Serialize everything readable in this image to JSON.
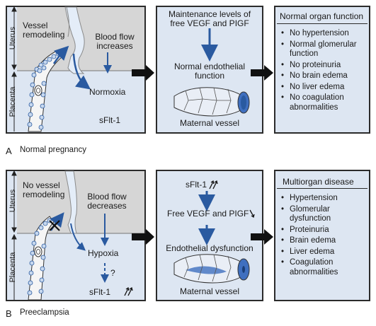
{
  "panelA": {
    "letter": "A",
    "caption": "Normal pregnancy",
    "uterus_label": "Uterus",
    "placenta_label": "Placenta",
    "vessel_label": "Vessel\nremodeling",
    "blood_flow_label": "Blood flow\nincreases",
    "oxygen_label": "Normoxia",
    "sflt_label": "sFlt-1",
    "middle_top": "Maintenance levels of\nfree VEGF and PIGF",
    "middle_result": "Normal endothelial\nfunction",
    "vessel_caption": "Maternal vessel",
    "right_title": "Normal organ function",
    "right_items": [
      "No hypertension",
      "Normal glomerular\nfunction",
      "No proteinuria",
      "No brain edema",
      "No liver edema",
      "No coagulation\nabnormalities"
    ]
  },
  "panelB": {
    "letter": "B",
    "caption": "Preeclampsia",
    "uterus_label": "Uterus",
    "placenta_label": "Placenta",
    "vessel_label": "No vessel\nremodeling",
    "blood_flow_label": "Blood flow\ndecreases",
    "oxygen_label": "Hypoxia",
    "question_mark": "?",
    "sflt_label": "sFlt-1",
    "middle_top": "sFlt-1",
    "middle_mid": "Free VEGF and PIGF",
    "middle_result": "Endothelial dysfunction",
    "vessel_caption": "Maternal vessel",
    "right_title": "Multiorgan disease",
    "right_items": [
      "Hypertension",
      "Glomerular\ndysfunction",
      "Proteinuria",
      "Brain edema",
      "Liver edema",
      "Coagulation\nabnormalities"
    ]
  },
  "colors": {
    "panel_fill": "#dde6f2",
    "arrow_blue": "#2a5aa0",
    "uterus_gray": "#d6d6d6",
    "border": "#2b2b2b"
  }
}
